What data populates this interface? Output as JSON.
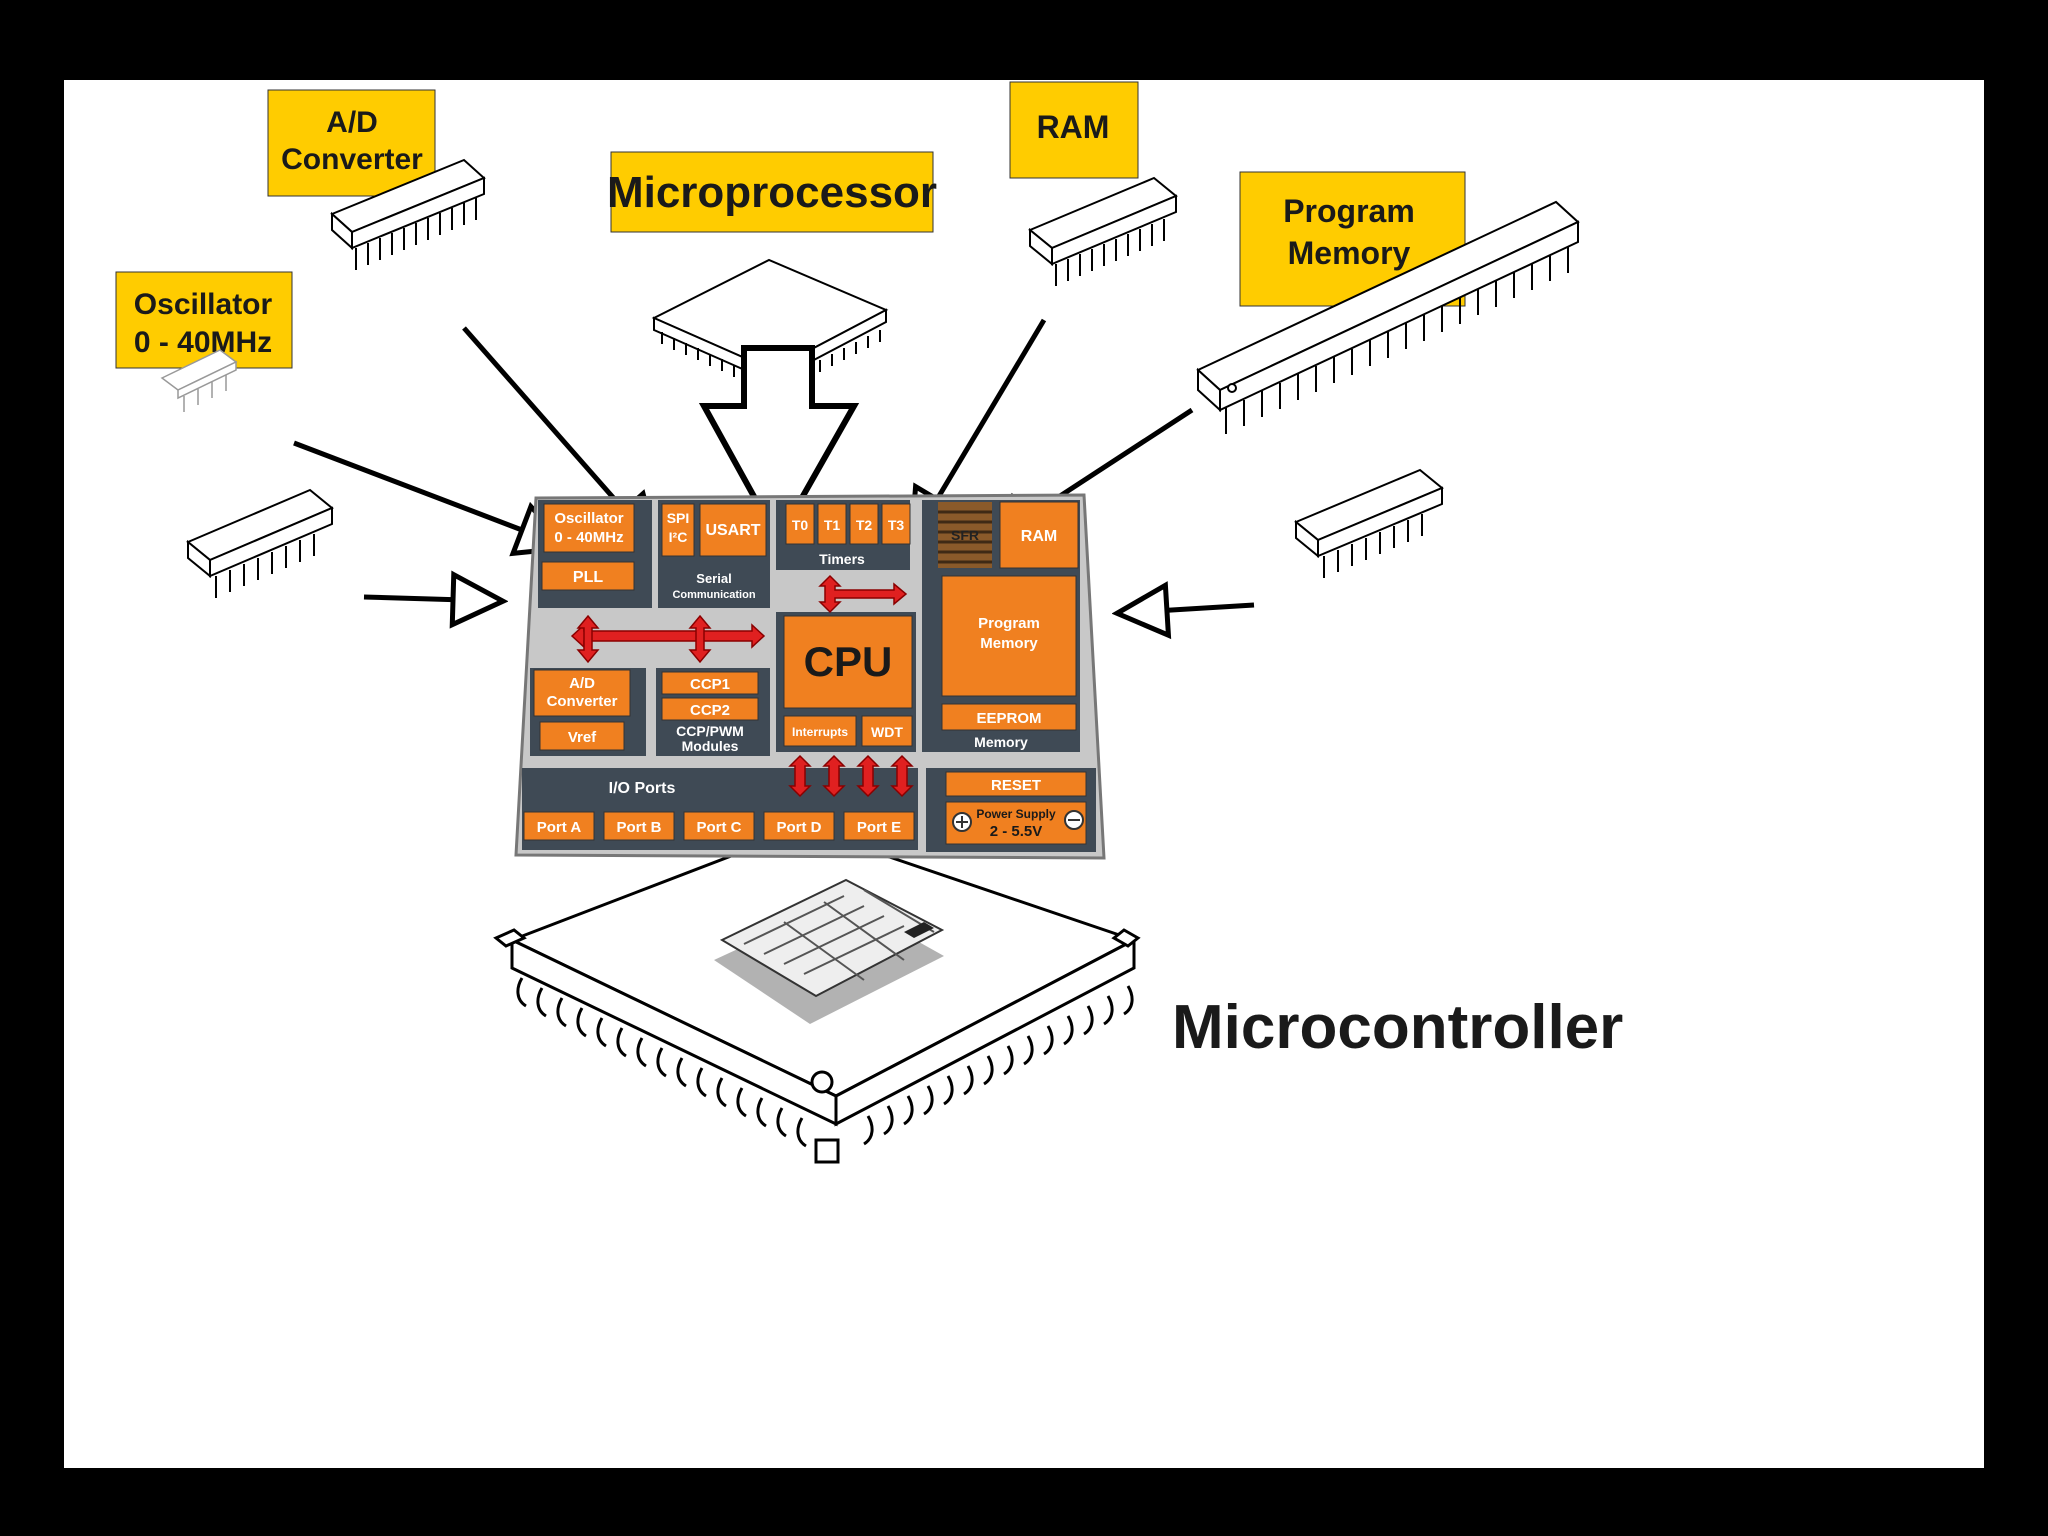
{
  "labels": {
    "ad_converter": [
      "A/D",
      "Converter"
    ],
    "microprocessor": "Microprocessor",
    "ram": "RAM",
    "program_memory": [
      "Program",
      "Memory"
    ],
    "oscillator": [
      "Oscillator",
      "0 - 40MHz"
    ],
    "microcontroller": "Microcontroller"
  },
  "block": {
    "oscillator": [
      "Oscillator",
      "0 - 40MHz"
    ],
    "pll": "PLL",
    "spi": "SPI",
    "i2c": "I²C",
    "usart": "USART",
    "serial": [
      "Serial",
      "Communication"
    ],
    "timers": [
      "T0",
      "T1",
      "T2",
      "T3"
    ],
    "timers_label": "Timers",
    "sfr": "SFR",
    "ram": "RAM",
    "program_memory": [
      "Program",
      "Memory"
    ],
    "eeprom": "EEPROM",
    "memory_label": "Memory",
    "cpu": "CPU",
    "interrupts": "Interrupts",
    "wdt": "WDT",
    "ad_converter": [
      "A/D",
      "Converter"
    ],
    "vref": "Vref",
    "ccp1": "CCP1",
    "ccp2": "CCP2",
    "ccp_label": [
      "CCP/PWM",
      "Modules"
    ],
    "io_label": "I/O Ports",
    "ports": [
      "Port A",
      "Port B",
      "Port C",
      "Port D",
      "Port E"
    ],
    "reset": "RESET",
    "power_supply": "Power Supply",
    "power_range": "2 - 5.5V"
  },
  "colors": {
    "label_bg": "#ffcc00",
    "module": "#f08020",
    "group": "#3f4a55",
    "board": "#c8c8c8",
    "bus_arrow": "#e02020",
    "background": "#000000"
  }
}
